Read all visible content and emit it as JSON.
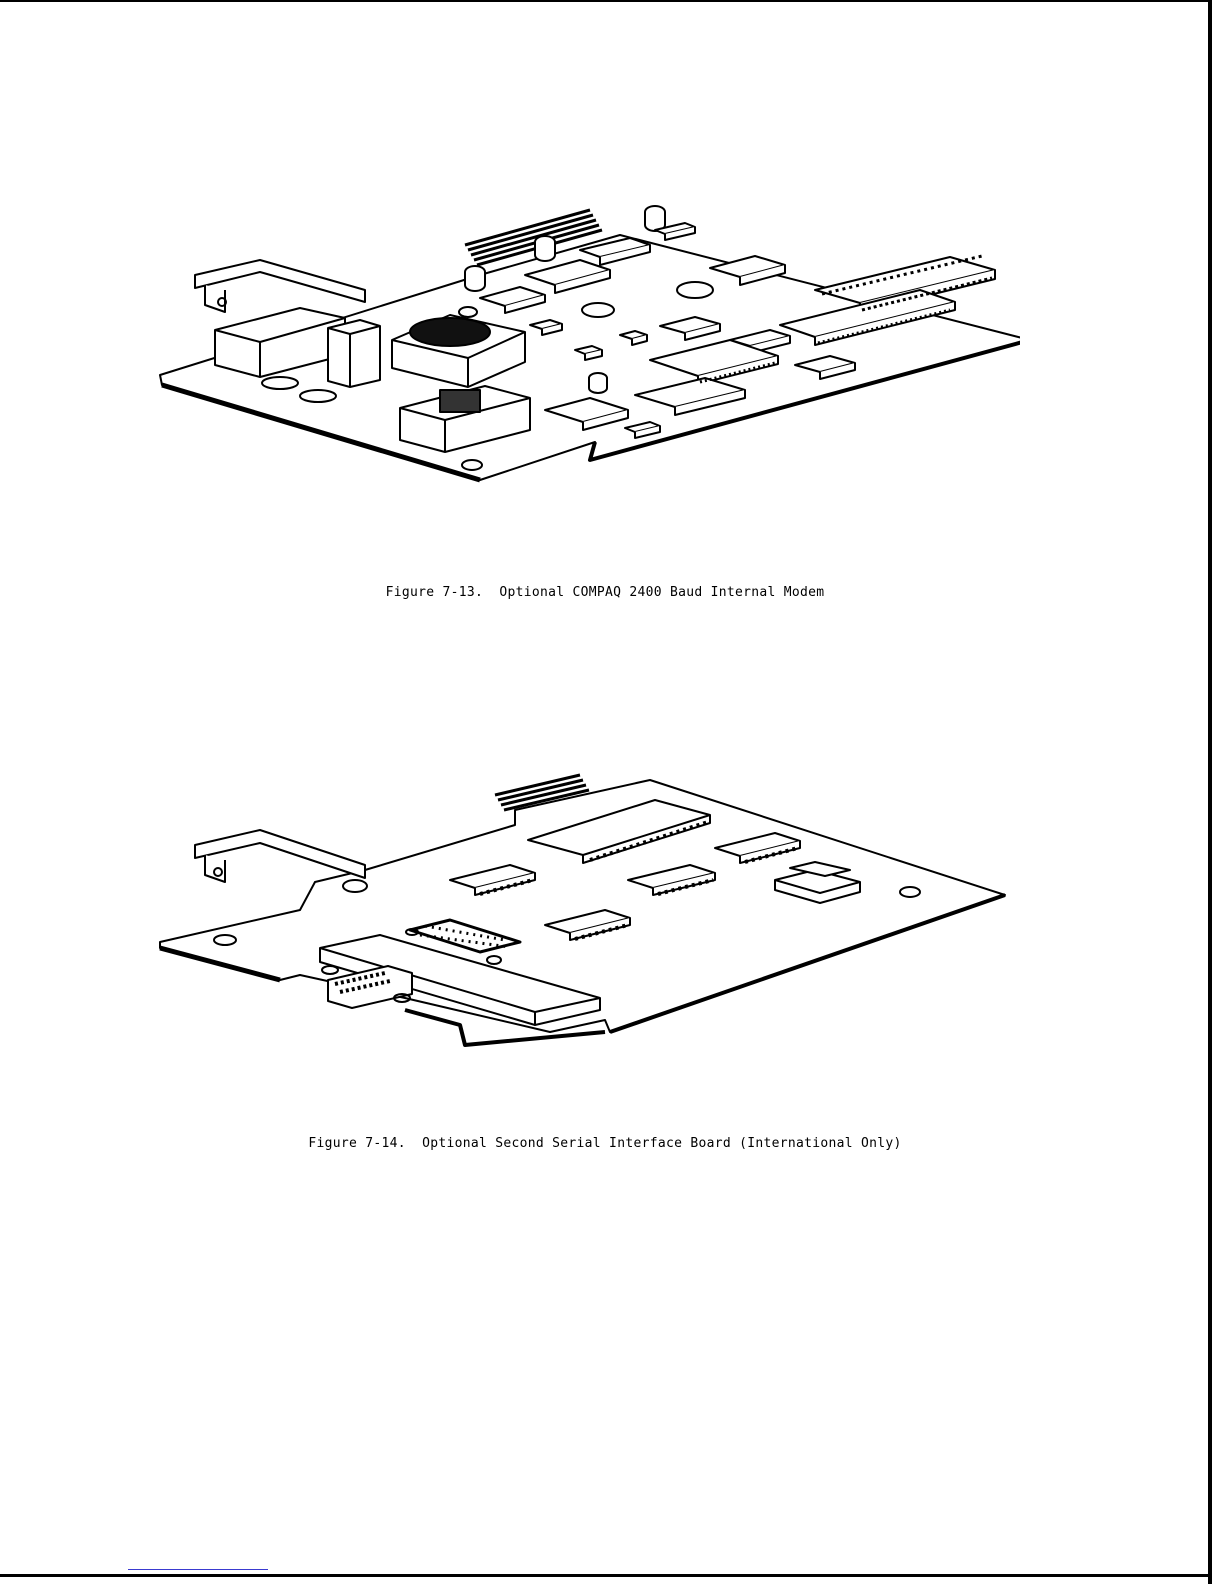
{
  "figures": [
    {
      "caption": "Figure 7-13.  Optional COMPAQ 2400 Baud Internal Modem",
      "image": "Isometric line drawing of the internal modem circuit board"
    },
    {
      "caption": "Figure 7-14.  Optional Second Serial Interface Board (International Only)",
      "image": "Isometric line drawing of the serial interface circuit board"
    }
  ],
  "colors": {
    "line": "#000000",
    "background": "#ffffff",
    "link_underline": "#3a3ad0"
  }
}
